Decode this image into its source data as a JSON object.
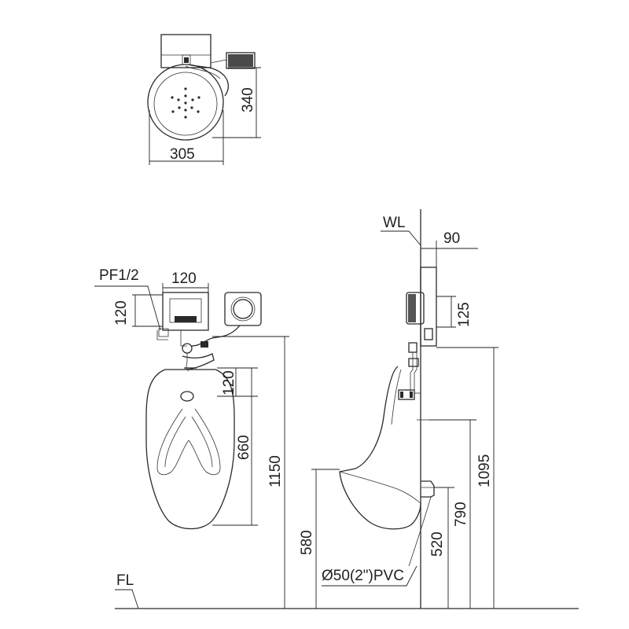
{
  "top_view": {
    "width_label": "305",
    "depth_label": "340"
  },
  "front_view": {
    "pipe_label": "PF1/2",
    "sensor_width_label": "120",
    "sensor_height_label": "120",
    "inlet_drop_label": "120",
    "bowl_height_label": "660",
    "total_height_label": "1150"
  },
  "side_view": {
    "wall_label": "WL",
    "wall_offset_label": "90",
    "box_height_label": "125",
    "inlet_height_label": "1095",
    "mid_height_label": "790",
    "outlet_height_label": "520",
    "rim_height_label": "580",
    "drain_label": "Ø50(2\")PVC"
  },
  "floor_label": "FL"
}
